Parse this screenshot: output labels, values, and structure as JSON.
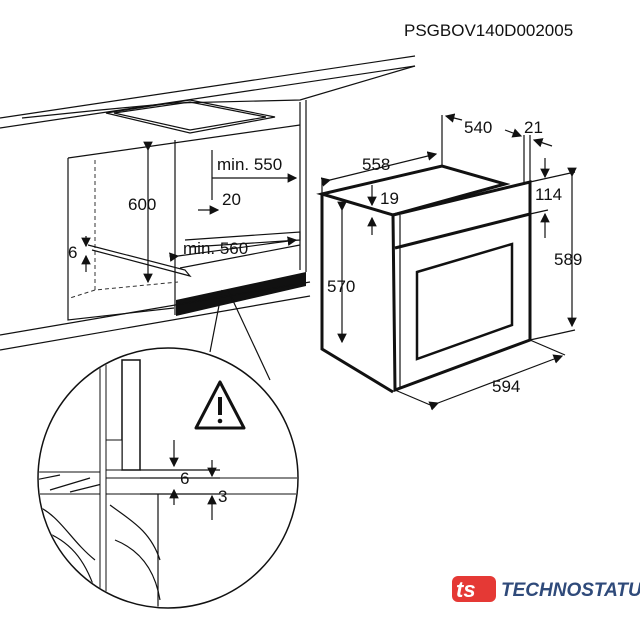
{
  "model_code": "PSGBOV140D002005",
  "dimensions": {
    "oven_depth_total": "558",
    "oven_depth_body": "540",
    "front_thickness": "21",
    "top_offset": "19",
    "panel_height": "114",
    "front_height": "589",
    "body_height": "570",
    "front_width": "594",
    "niche_height": "600",
    "niche_depth_min": "min. 550",
    "rail_offset": "20",
    "niche_width_min": "min. 560",
    "side_offset": "6",
    "detail_gap": "6",
    "detail_step": "3"
  },
  "brand": {
    "name": "TECHNOSTATUS",
    "logo_mark": "ts",
    "primary_color": "#e53935",
    "text_color": "#2f4a7a"
  }
}
